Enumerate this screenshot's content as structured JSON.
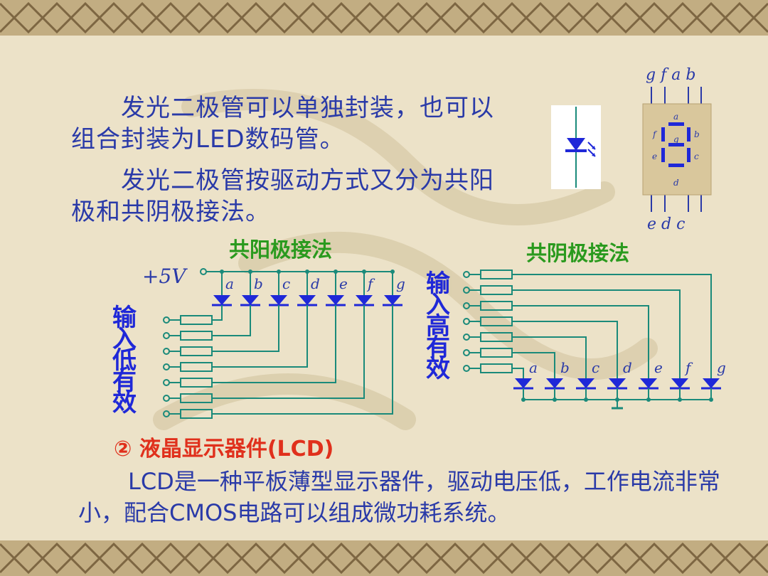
{
  "paragraphs": {
    "p1": "发光二极管可以单独封装，也可以组合封装为LED数码管。",
    "p2": "发光二极管按驱动方式又分为共阳极和共阴极接法。"
  },
  "anode": {
    "title": "共阳极接法",
    "voltage": "+5V",
    "input_label": "输入低有效",
    "segments": [
      "a",
      "b",
      "c",
      "d",
      "e",
      "f",
      "g"
    ]
  },
  "cathode": {
    "title": "共阴极接法",
    "input_label": "输入高有效",
    "segments": [
      "a",
      "b",
      "c",
      "d",
      "e",
      "f",
      "g"
    ]
  },
  "display": {
    "top_pins": "g f  a b",
    "bottom_pins": "e d   c",
    "seg_labels": [
      "a",
      "b",
      "c",
      "d",
      "e",
      "f",
      "g"
    ]
  },
  "lcd": {
    "heading": "② 液晶显示器件(LCD)",
    "text": "LCD是一种平板薄型显示器件，驱动电压低，工作电流非常小，配合CMOS电路可以组成微功耗系统。"
  },
  "colors": {
    "text": "#2a3aa8",
    "caption": "#2a9a1e",
    "label": "#1f28d8",
    "heading": "#e0301c",
    "wire": "#1a8a7a"
  }
}
